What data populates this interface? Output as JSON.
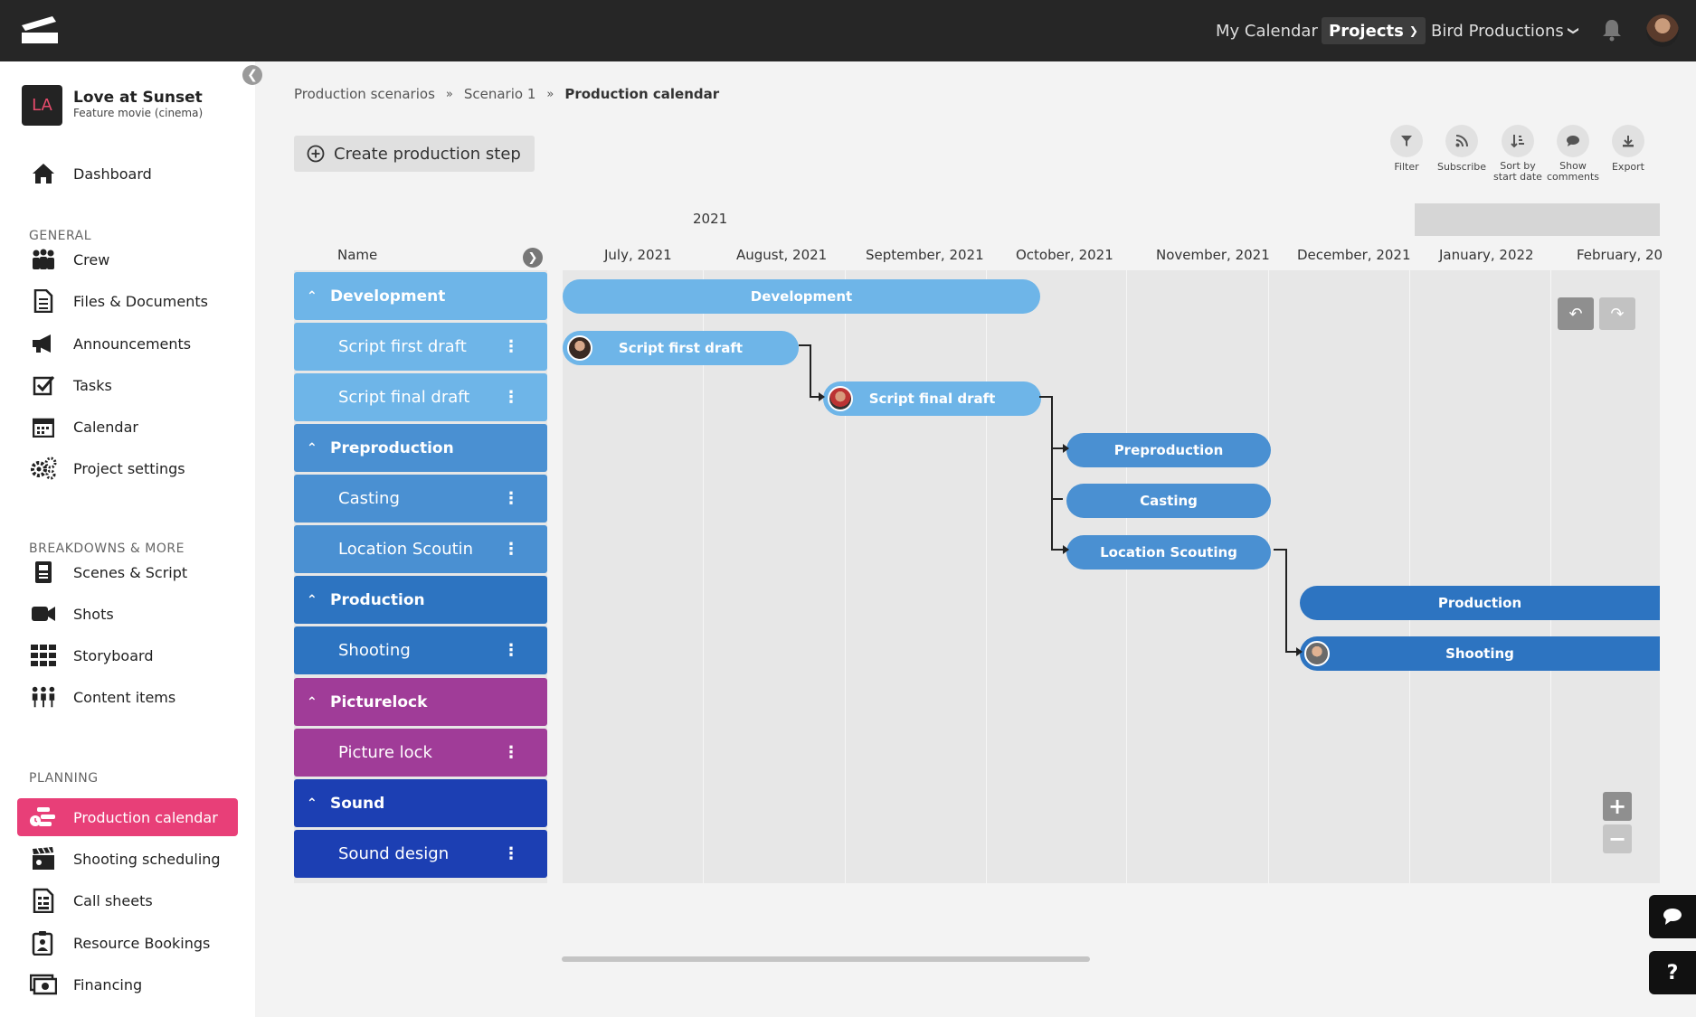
{
  "topbar": {
    "nav": [
      {
        "label": "My Calendar",
        "active": false,
        "dropdown": false
      },
      {
        "label": "Projects",
        "active": true,
        "dropdown": true
      },
      {
        "label": "Bird Productions",
        "active": false,
        "dropdown": true
      }
    ]
  },
  "project": {
    "badge": "LA",
    "title": "Love at Sunset",
    "subtitle": "Feature movie (cinema)"
  },
  "sidebar": {
    "dashboard": {
      "label": "Dashboard",
      "icon": "home-icon"
    },
    "sections": [
      {
        "heading": "GENERAL",
        "items": [
          {
            "label": "Crew",
            "icon": "crew-icon"
          },
          {
            "label": "Files & Documents",
            "icon": "documents-icon"
          },
          {
            "label": "Announcements",
            "icon": "megaphone-icon"
          },
          {
            "label": "Tasks",
            "icon": "checkbox-icon"
          },
          {
            "label": "Calendar",
            "icon": "calendar-icon"
          },
          {
            "label": "Project settings",
            "icon": "gears-icon"
          }
        ]
      },
      {
        "heading": "BREAKDOWNS & MORE",
        "items": [
          {
            "label": "Scenes & Script",
            "icon": "script-icon"
          },
          {
            "label": "Shots",
            "icon": "camera-icon"
          },
          {
            "label": "Storyboard",
            "icon": "grid-icon"
          },
          {
            "label": "Content items",
            "icon": "people-icon"
          }
        ]
      },
      {
        "heading": "PLANNING",
        "items": [
          {
            "label": "Production calendar",
            "icon": "production-calendar-icon",
            "active": true
          },
          {
            "label": "Shooting scheduling",
            "icon": "clapper-icon"
          },
          {
            "label": "Call sheets",
            "icon": "call-sheet-icon"
          },
          {
            "label": "Resource Bookings",
            "icon": "resource-icon"
          },
          {
            "label": "Financing",
            "icon": "money-icon"
          }
        ]
      }
    ]
  },
  "breadcrumb": [
    "Production scenarios",
    "Scenario 1",
    "Production calendar"
  ],
  "create_button": "Create production step",
  "tools": [
    {
      "label": "Filter",
      "icon": "filter-icon"
    },
    {
      "label": "Subscribe",
      "icon": "rss-icon"
    },
    {
      "label": "Sort by start date",
      "icon": "sort-icon"
    },
    {
      "label": "Show comments",
      "icon": "comments-icon"
    },
    {
      "label": "Export",
      "icon": "download-icon"
    }
  ],
  "gantt": {
    "year": "2021",
    "name_header": "Name",
    "months": [
      "July, 2021",
      "August, 2021",
      "September, 2021",
      "October, 2021",
      "November, 2021",
      "December, 2021",
      "January, 2022",
      "February, 20"
    ],
    "rows": [
      {
        "label": "Development",
        "group": true,
        "color": "#6eb5e8"
      },
      {
        "label": "Script first draft",
        "group": false,
        "color": "#6eb5e8"
      },
      {
        "label": "Script final draft",
        "group": false,
        "color": "#6eb5e8"
      },
      {
        "label": "Preproduction",
        "group": true,
        "color": "#4a90d2"
      },
      {
        "label": "Casting",
        "group": false,
        "color": "#4a90d2"
      },
      {
        "label": "Location Scoutin",
        "group": false,
        "color": "#4a90d2"
      },
      {
        "label": "Production",
        "group": true,
        "color": "#2d74c1"
      },
      {
        "label": "Shooting",
        "group": false,
        "color": "#2d74c1"
      },
      {
        "label": "Picturelock",
        "group": true,
        "color": "#a03c98"
      },
      {
        "label": "Picture lock",
        "group": false,
        "color": "#a03c98"
      },
      {
        "label": "Sound",
        "group": true,
        "color": "#1c3fb3"
      },
      {
        "label": "Sound design",
        "group": false,
        "color": "#1c3fb3"
      }
    ],
    "bars": [
      {
        "label": "Development",
        "color": "#6eb5e8",
        "avatar": false
      },
      {
        "label": "Script first draft",
        "color": "#6eb5e8",
        "avatar": true
      },
      {
        "label": "Script final draft",
        "color": "#6eb5e8",
        "avatar": true
      },
      {
        "label": "Preproduction",
        "color": "#4a90d2",
        "avatar": false
      },
      {
        "label": "Casting",
        "color": "#4a90d2",
        "avatar": false
      },
      {
        "label": "Location Scouting",
        "color": "#4a90d2",
        "avatar": false
      },
      {
        "label": "Production",
        "color": "#2d74c1",
        "avatar": false
      },
      {
        "label": "Shooting",
        "color": "#2d74c1",
        "avatar": true
      }
    ]
  }
}
